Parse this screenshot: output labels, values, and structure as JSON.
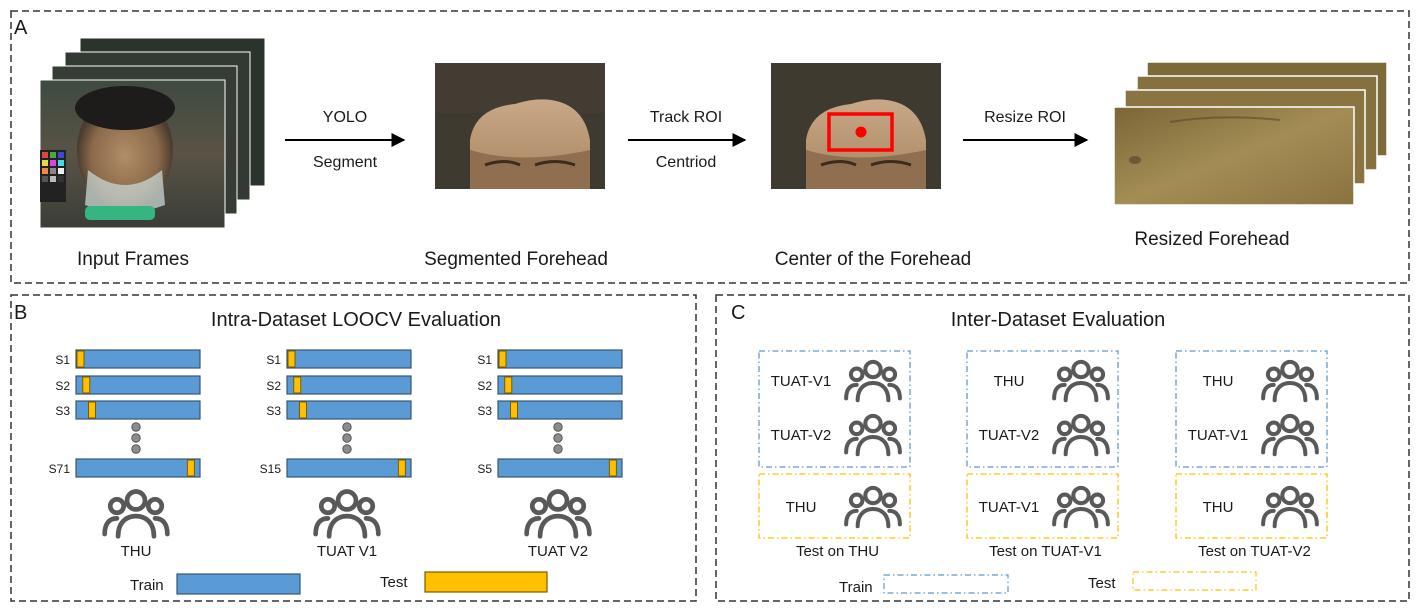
{
  "panels": {
    "a": {
      "letter": "A",
      "captions": [
        "Input Frames",
        "Segmented Forehead",
        "Center of the Forehead",
        "Resized Forehead"
      ],
      "arrows": [
        {
          "top": "YOLO",
          "bottom": "Segment"
        },
        {
          "top": "Track ROI",
          "bottom": "Centriod"
        },
        {
          "top": "Resize ROI",
          "bottom": ""
        }
      ]
    },
    "b": {
      "letter": "B",
      "title": "Intra-Dataset LOOCV Evaluation",
      "groups": [
        {
          "name": "THU",
          "rows": [
            "S1",
            "S2",
            "S3"
          ],
          "last": "S71",
          "test_positions": [
            0.0,
            0.05,
            0.1
          ],
          "last_test_position": 0.96
        },
        {
          "name": "TUAT V1",
          "rows": [
            "S1",
            "S2",
            "S3"
          ],
          "last": "S15",
          "test_positions": [
            0.0,
            0.05,
            0.1
          ],
          "last_test_position": 0.96
        },
        {
          "name": "TUAT V2",
          "rows": [
            "S1",
            "S2",
            "S3"
          ],
          "last": "S5",
          "test_positions": [
            0.0,
            0.05,
            0.1
          ],
          "last_test_position": 0.96
        }
      ],
      "legend": {
        "train": "Train",
        "test": "Test"
      }
    },
    "c": {
      "letter": "C",
      "title": "Inter-Dataset Evaluation",
      "groups": [
        {
          "train": [
            "TUAT-V1",
            "TUAT-V2"
          ],
          "test": "THU",
          "caption": "Test on THU"
        },
        {
          "train": [
            "THU",
            "TUAT-V2"
          ],
          "test": "TUAT-V1",
          "caption": "Test on TUAT-V1"
        },
        {
          "train": [
            "THU",
            "TUAT-V1"
          ],
          "test": "THU",
          "caption": "Test on TUAT-V2"
        }
      ],
      "legend": {
        "train": "Train",
        "test": "Test"
      }
    }
  },
  "colors": {
    "train": "#5b9bd5",
    "test": "#ffc000",
    "train_dash": "#5b9bd5",
    "test_dash": "#ffc000",
    "roi": "#ff0000",
    "icon": "#595959",
    "dots": "#8c8c8c"
  },
  "images": {
    "input_frames": "photo of a masked subject, stacked video frames",
    "segmented_forehead": "photo of a segmented forehead region",
    "center_forehead": "photo of forehead with ROI rectangle and centroid",
    "resized_forehead": "stacked cropped forehead skin patches"
  }
}
